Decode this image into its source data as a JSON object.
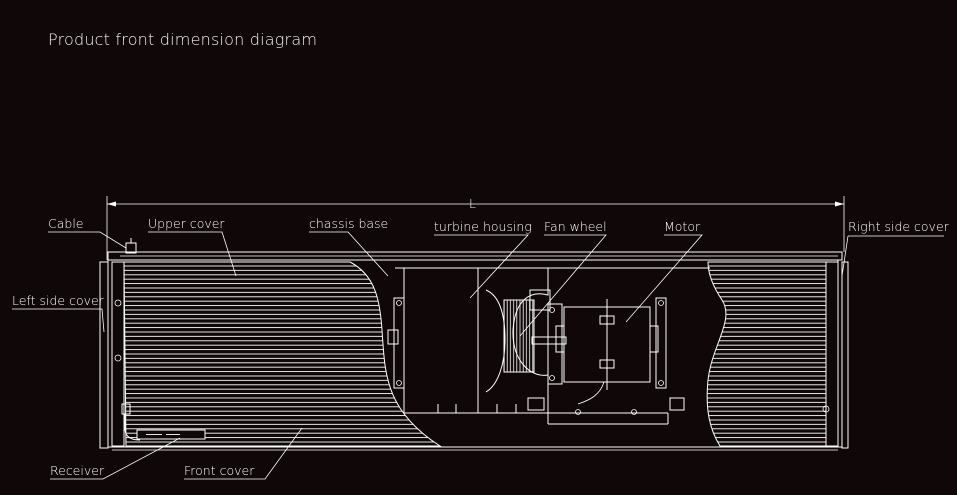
{
  "title": "Product front dimension diagram",
  "dimension_label": "L",
  "labels": {
    "cable": "Cable",
    "upper_cover": "Upper cover",
    "chassis_base": "chassis base",
    "turbine_housing": "turbine housing",
    "fan_wheel": "Fan wheel",
    "motor": "Motor",
    "right_side_cover": "Right side cover",
    "left_side_cover": "Left side cover",
    "receiver": "Receiver",
    "front_cover": "Front cover"
  },
  "colors": {
    "background": "#0f0708",
    "line": "#ffffff"
  }
}
